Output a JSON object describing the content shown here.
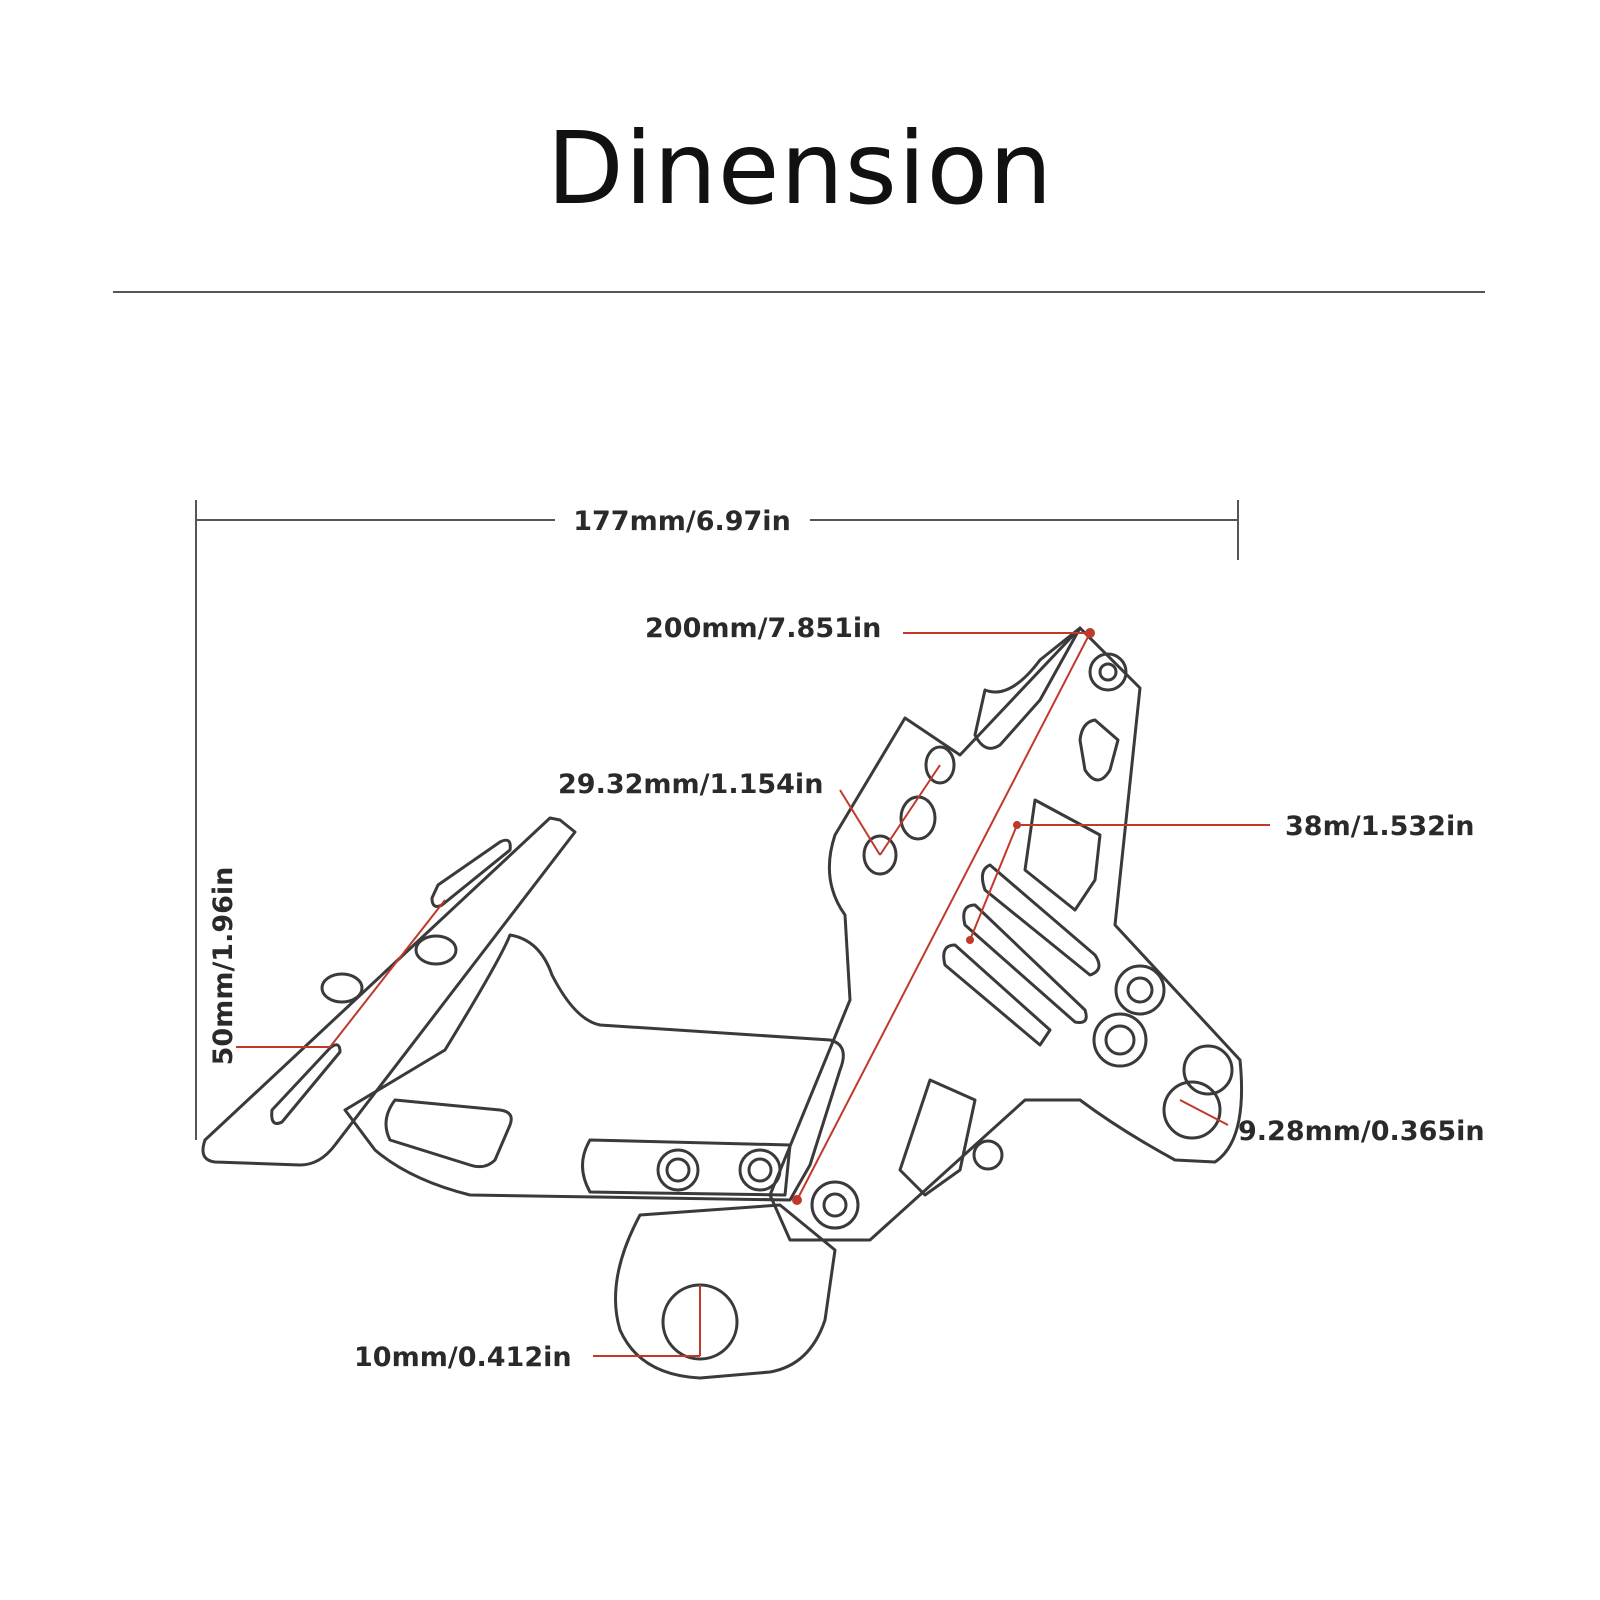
{
  "title": "Dinension",
  "colors": {
    "outline": "#3a3a3a",
    "leader_red": "#c0392b",
    "dim_line": "#555555",
    "text": "#2a2a2a"
  },
  "dimensions": {
    "overall_width": "177mm/6.97in",
    "plate_length": "200mm/7.851in",
    "hole_spacing": "29.32mm/1.154in",
    "slot_spacing": "38m/1.532in",
    "side_height": "50mm/1.96in",
    "hole_diameter": "9.28mm/0.365in",
    "bolt_size": "10mm/0.412in"
  }
}
